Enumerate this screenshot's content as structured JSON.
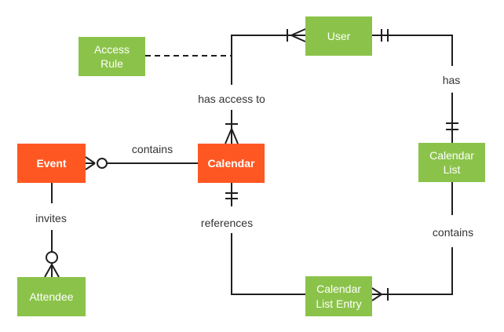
{
  "diagram": {
    "type": "entity-relationship",
    "background": "#ffffff",
    "colors": {
      "entity_primary": "#FF5722",
      "entity_secondary": "#8BC34A",
      "entity_text": "#ffffff",
      "line": "#1f1f1f",
      "label_text": "#333333"
    },
    "entities": [
      {
        "label": "Access Rule",
        "color": "green"
      },
      {
        "label": "User",
        "color": "green"
      },
      {
        "label": "Event",
        "color": "orange"
      },
      {
        "label": "Calendar",
        "color": "orange"
      },
      {
        "label": "Calendar List",
        "color": "green"
      },
      {
        "label": "Attendee",
        "color": "green"
      },
      {
        "label": "Calendar List Entry",
        "color": "green"
      }
    ],
    "relationships": [
      {
        "label": "has access to",
        "from": "Calendar",
        "to": "User",
        "notation": "one-or-many to one-or-many"
      },
      {
        "label": "has",
        "from": "User",
        "to": "Calendar List",
        "notation": "one-and-only-one to one-and-only-one"
      },
      {
        "label": "contains",
        "from": "Calendar List",
        "to": "Calendar List Entry",
        "notation": "to one-or-many"
      },
      {
        "label": "references",
        "from": "Calendar",
        "to": "Calendar List Entry",
        "notation": "one-and-only-one at Calendar"
      },
      {
        "label": "contains",
        "from": "Event",
        "to": "Calendar",
        "notation": "zero-or-many at Event"
      },
      {
        "label": "invites",
        "from": "Event",
        "to": "Attendee",
        "notation": "zero-or-many at Attendee"
      },
      {
        "label": "(dashed)",
        "from": "Access Rule",
        "to": "has access to relationship",
        "notation": "dashed association"
      }
    ]
  }
}
